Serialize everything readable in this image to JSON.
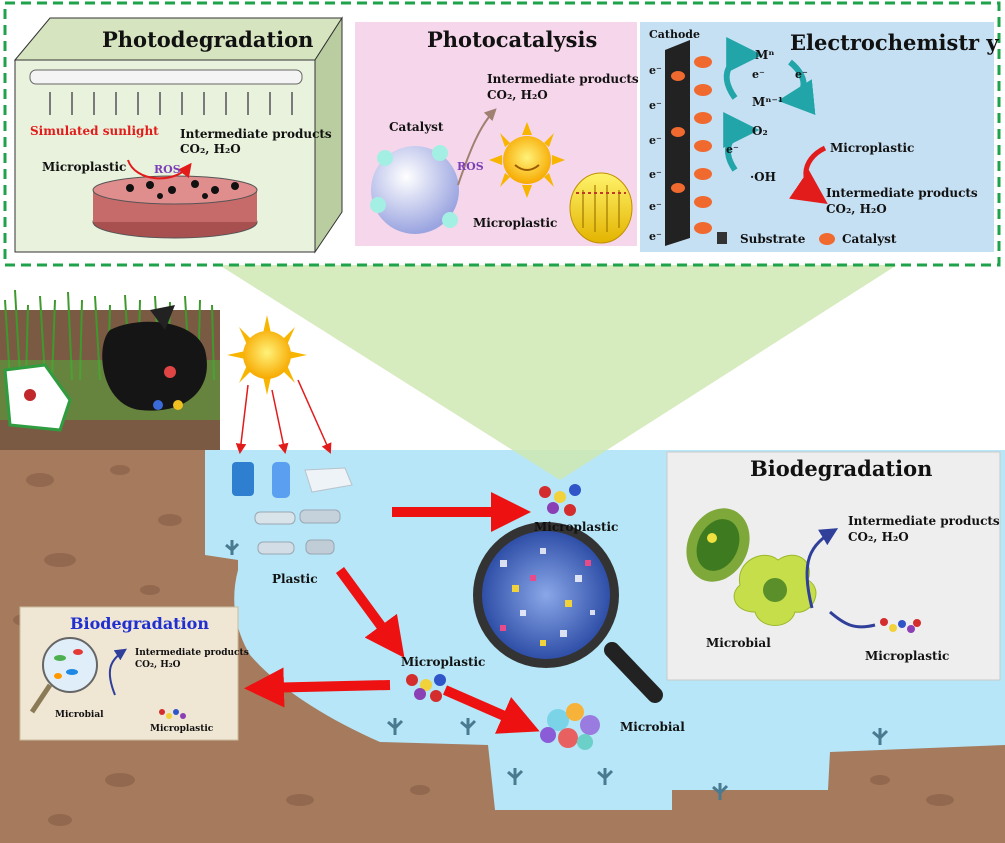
{
  "panels": {
    "photodegradation": {
      "title": "Photodegradation",
      "light_label": "Simulated sunlight",
      "products_line1": "Intermediate products",
      "products_line2": "CO₂, H₂O",
      "microplastic_label": "Microplastic",
      "ros_label": "ROS"
    },
    "photocatalysis": {
      "title": "Photocatalysis",
      "products_line1": "Intermediate products",
      "products_line2": "CO₂, H₂O",
      "catalyst_label": "Catalyst",
      "ros_label": "ROS",
      "microplastic_label": "Microplastic"
    },
    "electrochemistry": {
      "title": "Electrochemistr y",
      "cathode_label": "Cathode",
      "electron": "e⁻",
      "mn_label": "Mⁿ",
      "mn1_label": "Mⁿ⁻¹",
      "o2_label": "O₂",
      "oh_label": "·OH",
      "microplastic_label": "Microplastic",
      "products_line1": "Intermediate products",
      "products_line2": "CO₂, H₂O",
      "substrate_legend": "Substrate",
      "catalyst_legend": "Catalyst"
    },
    "biodegradation_right": {
      "title": "Biodegradation",
      "products_line1": "Intermediate products",
      "products_line2": "CO₂, H₂O",
      "microbial_label": "Microbial",
      "microplastic_label": "Microplastic"
    },
    "biodegradation_left": {
      "title": "Biodegradation",
      "products_line1": "Intermediate products",
      "products_line2": "CO₂, H₂O",
      "microbial_label": "Microbial",
      "microplastic_label": "Microplastic"
    }
  },
  "scene": {
    "plastic_label": "Plastic",
    "microplastic_top_label": "Microplastic",
    "microplastic_mid_label": "Microplastic",
    "microbial_label": "Microbial"
  },
  "colors": {
    "title_blue": "#1f2fd0",
    "ros_purple": "#7a3fb5",
    "light_red": "#e21b1b",
    "arrow_red": "#ee1111",
    "water": "#b6e6f7",
    "soil": "#a57a5d",
    "frame_green": "#1fa34a"
  }
}
